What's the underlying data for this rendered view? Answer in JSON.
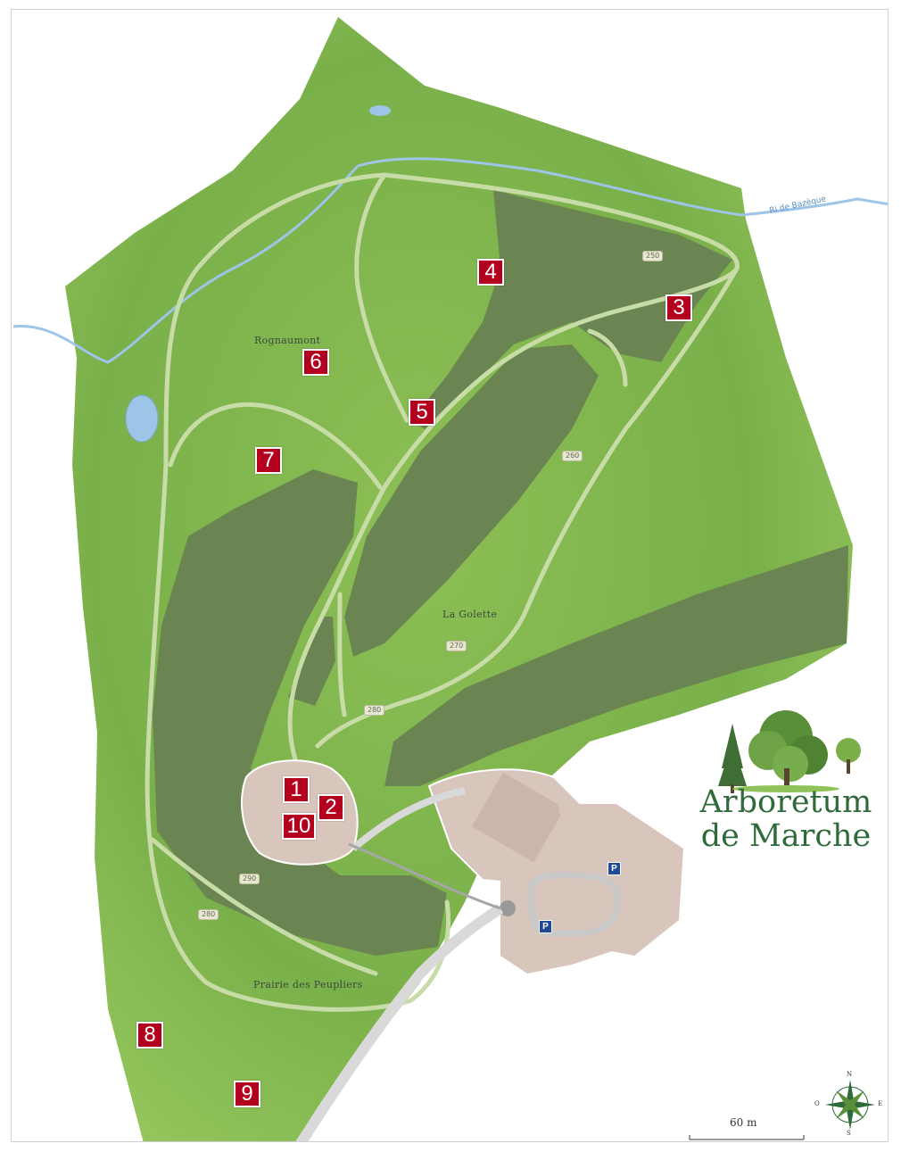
{
  "map": {
    "title_line1": "Arboretum",
    "title_line2": "de Marche",
    "places": {
      "rognaumont": "Rognaumont",
      "la_golette": "La Golette",
      "prairie": "Prairie des Peupliers"
    },
    "river": "Ri de Bazèque",
    "elevations": {
      "e250": "250",
      "e260": "260",
      "e270": "270",
      "e280a": "280",
      "e290": "290",
      "e280b": "280"
    },
    "markers": [
      "1",
      "2",
      "3",
      "4",
      "5",
      "6",
      "7",
      "8",
      "9",
      "10"
    ],
    "parking": "P",
    "scale": "60 m",
    "compass": {
      "n": "N",
      "s": "S",
      "e": "E",
      "w": "O"
    },
    "colors": {
      "meadow": "#8fc25a",
      "forest": "#6b8552",
      "path": "#c8dca8",
      "water": "#9dc5e8",
      "marker": "#b3001e",
      "title": "#2f6a3a"
    }
  }
}
